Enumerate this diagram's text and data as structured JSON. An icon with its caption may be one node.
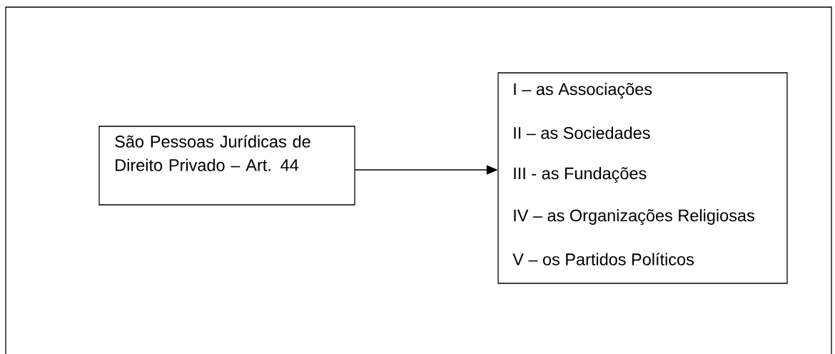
{
  "diagram": {
    "nodes": [
      {
        "text": [
          "São Pessoas Jurídicas de Direito Privado – Art. 44"
        ]
      },
      {
        "text": [
          "I – as Associações",
          "II – as Sociedades",
          "III - as Fundações",
          "IV – as Organizações Religiosas",
          "V – os Partidos Políticos"
        ]
      }
    ],
    "edges": [
      {
        "from": 0,
        "to": 1,
        "arrow": "to"
      }
    ]
  }
}
